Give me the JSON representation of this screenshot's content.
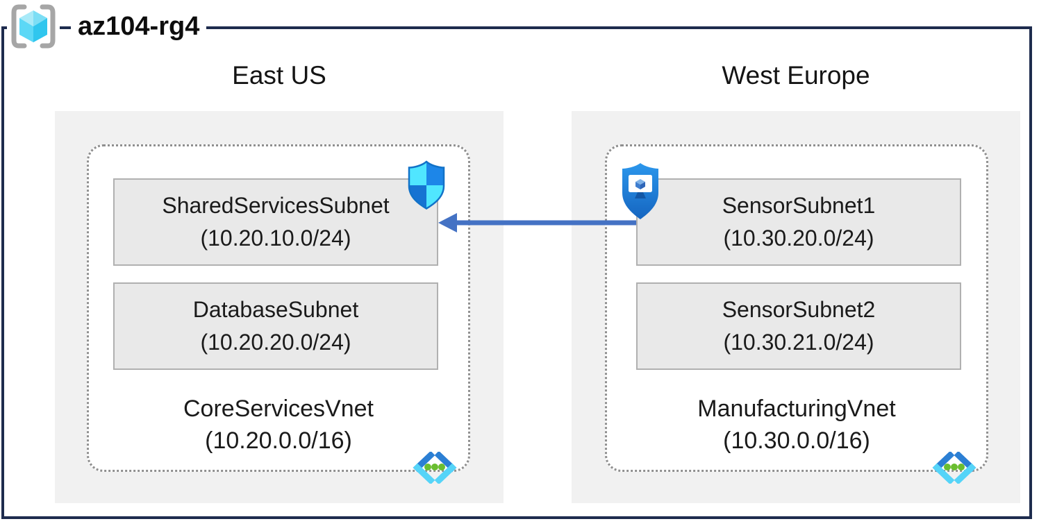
{
  "resource_group": {
    "title": "az104-rg4",
    "icon": "resource-group-icon"
  },
  "regions": [
    {
      "name": "East US",
      "vnet": {
        "name": "CoreServicesVnet",
        "cidr": "(10.20.0.0/16)",
        "icon": "virtual-network-icon",
        "subnets": [
          {
            "name": "SharedServicesSubnet",
            "cidr": "(10.20.10.0/24)",
            "badge": "network-security-group-shield-icon"
          },
          {
            "name": "DatabaseSubnet",
            "cidr": "(10.20.20.0/24)",
            "badge": ""
          }
        ]
      }
    },
    {
      "name": "West Europe",
      "vnet": {
        "name": "ManufacturingVnet",
        "cidr": "(10.30.0.0/16)",
        "icon": "virtual-network-icon",
        "subnets": [
          {
            "name": "SensorSubnet1",
            "cidr": "(10.30.20.0/24)",
            "badge": "application-security-group-shield-icon"
          },
          {
            "name": "SensorSubnet2",
            "cidr": "(10.30.21.0/24)",
            "badge": ""
          }
        ]
      }
    }
  ],
  "connection": {
    "from": "SensorSubnet1",
    "to": "SharedServicesSubnet",
    "direction": "right-to-left",
    "color": "#4472c4"
  },
  "colors": {
    "outer_border": "#1e2c4e",
    "region_fill": "#f1f1f1",
    "subnet_fill": "#e9e9e9",
    "subnet_border": "#b0b0b0",
    "vnet_dotted_border": "#8f8f8f",
    "arrow": "#4472c4",
    "shield_light": "#50e6ff",
    "shield_blue": "#1d86e8",
    "vnet_chevron_dark": "#2b7fd4",
    "vnet_chevron_light": "#55d4f8",
    "vnet_dot_green": "#6abe30",
    "rg_bracket_gray": "#a6a6a6"
  }
}
